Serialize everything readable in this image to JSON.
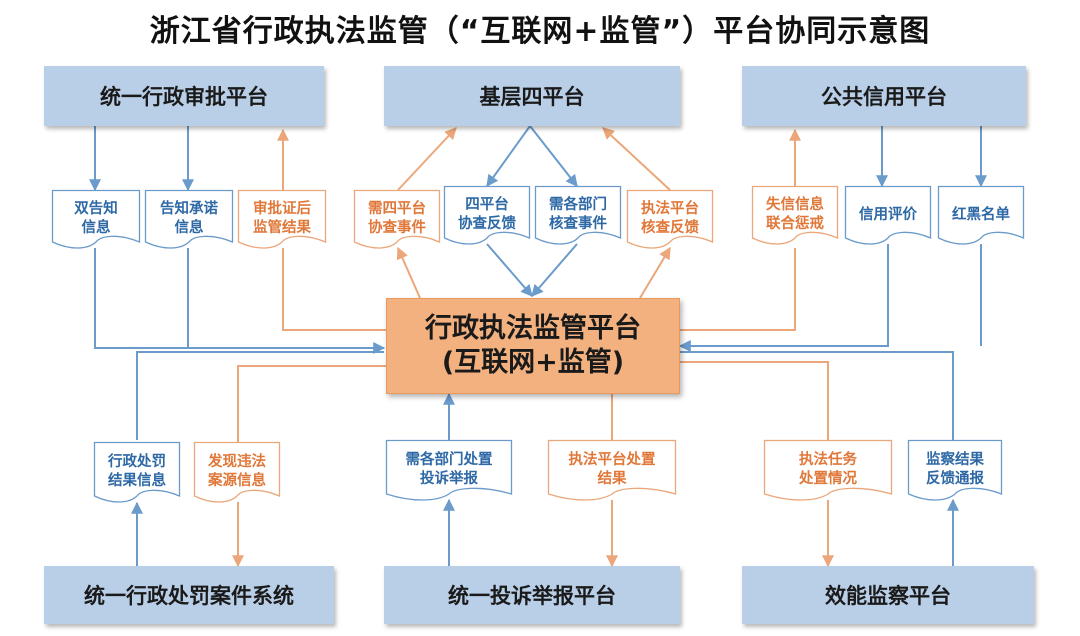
{
  "title": "浙江省行政执法监管（“互联网+监管”）平台协同示意图",
  "center": {
    "line1": "行政执法监管平台",
    "line2": "(互联网+监管)"
  },
  "platforms": {
    "top_left": "统一行政审批平台",
    "top_mid": "基层四平台",
    "top_right": "公共信用平台",
    "bottom_left": "统一行政处罚案件系统",
    "bottom_mid": "统一投诉举报平台",
    "bottom_right": "效能监察平台"
  },
  "docs": {
    "shuang_gaozhi": "双告知\n信息",
    "gaozhi_chengnuo": "告知承诺\n信息",
    "shenpi_jieguo": "审批证后\n监管结果",
    "xu_siping": "需四平台\n协查事件",
    "siping_fankui": "四平台\n协查反馈",
    "bumen_hecha": "需各部门\n核查事件",
    "zhifa_fankui": "执法平台\n核查反馈",
    "shixin": "失信信息\n联合惩戒",
    "xinyong_pingjia": "信用评价",
    "hongheimingdan": "红黑名单",
    "chufa_jieguo": "行政处罚\n结果信息",
    "weifa_anyuan": "发现违法\n案源信息",
    "bumen_chuzhi": "需各部门处置\n投诉举报",
    "zhifa_chuzhi": "执法平台处置\n结果",
    "renwu_chuzhi": "执法任务\n处置情况",
    "jiancha_fankui": "监察结果\n反馈通报"
  },
  "colors": {
    "blue_flow": "#6a9bcb",
    "orange_flow": "#eba77a",
    "platform_fill": "#b9cfe8",
    "center_fill": "#f2b17f"
  }
}
